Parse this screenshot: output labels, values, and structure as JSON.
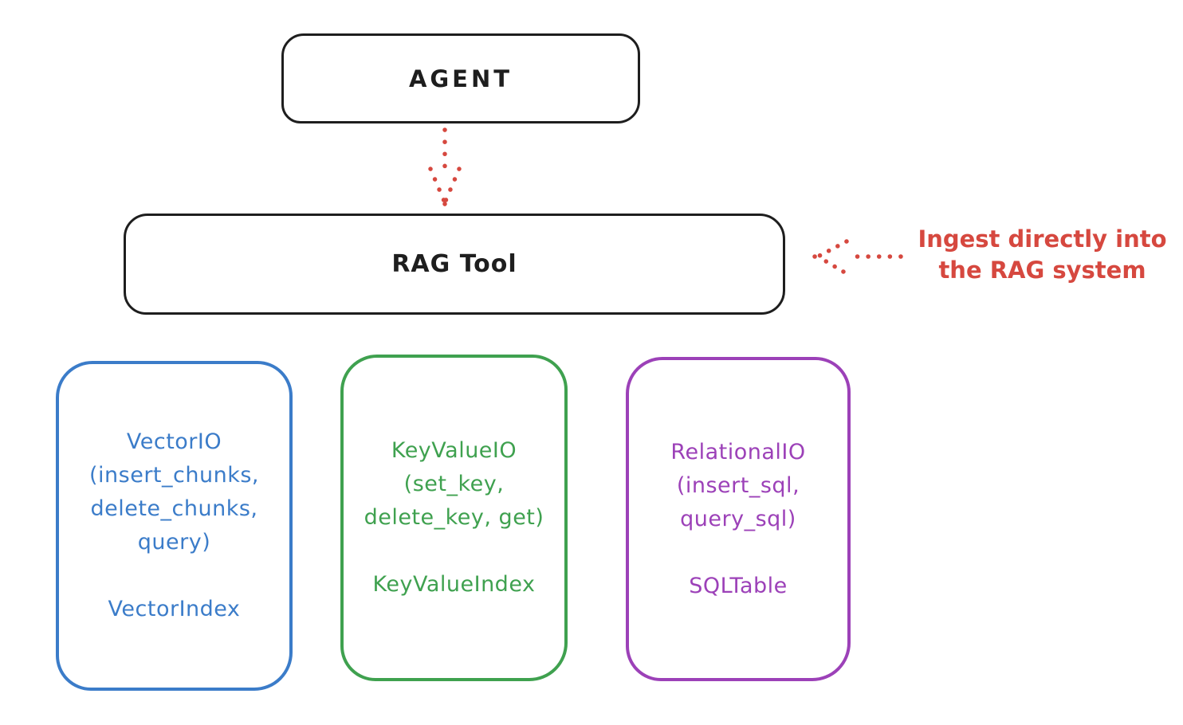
{
  "colors": {
    "background": "#ffffff",
    "ink": "#1e1e1e",
    "red": "#d6483f",
    "blue": "#3b7cc9",
    "green": "#3fa14f",
    "purple": "#9c41b8"
  },
  "diagram": {
    "agent": {
      "label": "AGENT"
    },
    "rag_tool": {
      "label": "RAG Tool"
    },
    "annotation": {
      "text": "Ingest directly into\nthe RAG system"
    },
    "arrows": [
      {
        "name": "agent-to-rag-tool",
        "style": "dotted",
        "color": "#d6483f",
        "direction": "down"
      },
      {
        "name": "ingest-into-rag",
        "style": "dotted",
        "color": "#d6483f",
        "direction": "left"
      }
    ],
    "providers": [
      {
        "name": "VectorIO",
        "color": "#3b7cc9",
        "text": "VectorIO\n(insert_chunks,\ndelete_chunks,\nquery)\n\nVectorIndex"
      },
      {
        "name": "KeyValueIO",
        "color": "#3fa14f",
        "text": "KeyValueIO\n(set_key,\ndelete_key, get)\n\nKeyValueIndex"
      },
      {
        "name": "RelationalIO",
        "color": "#9c41b8",
        "text": "RelationalIO\n(insert_sql,\nquery_sql)\n\nSQLTable"
      }
    ]
  }
}
